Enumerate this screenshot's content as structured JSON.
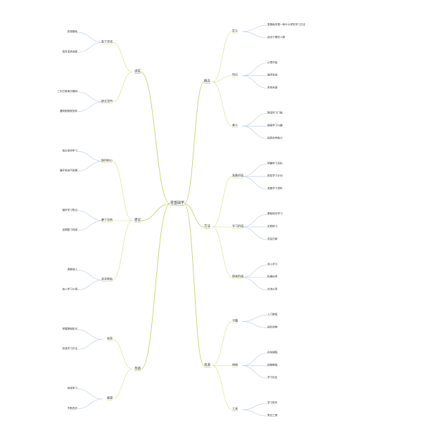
{
  "root": "零基础学",
  "branches": [
    {
      "label": "概念",
      "children": [
        {
          "label": "定义",
          "children": [
            "零基础学是一种什么样的学习方法",
            "适合于哪些人群"
          ]
        },
        {
          "label": "特点",
          "children": [
            "从零开始",
            "循序渐进",
            "系统全面"
          ]
        },
        {
          "label": "意义",
          "children": [
            "降低学习门槛",
            "提高学习兴趣",
            "培养自学能力"
          ]
        }
      ]
    },
    {
      "label": "方法",
      "children": [
        {
          "label": "准备阶段",
          "children": [
            "明确学习目标",
            "制定学习计划",
            "准备学习资料"
          ]
        },
        {
          "label": "学习阶段",
          "children": [
            "基础知识学习",
            "实践练习",
            "总结归纳"
          ]
        },
        {
          "label": "提高阶段",
          "children": [
            "深入学习",
            "拓展应用",
            "交流分享"
          ]
        }
      ]
    },
    {
      "label": "资源",
      "children": [
        {
          "label": "书籍",
          "children": [
            "入门教程",
            "进阶读物"
          ]
        },
        {
          "label": "网络",
          "children": [
            "在线课程",
            "视频教程",
            "学习社区"
          ]
        },
        {
          "label": "工具",
          "children": [
            "学习软件",
            "笔记工具"
          ]
        }
      ]
    },
    {
      "label": "误区",
      "children": [
        {
          "label": "急于求成",
          "children": [
            "忽视基础",
            "盲目追求进度"
          ]
        },
        {
          "label": "缺乏坚持",
          "children": [
            "三天打鱼两天晒网",
            "遇到困难就放弃"
          ]
        }
      ]
    },
    {
      "label": "建议",
      "children": [
        {
          "label": "保持耐心",
          "children": [
            "每天坚持学习",
            "循序渐进不急躁"
          ]
        },
        {
          "label": "善于总结",
          "children": [
            "做好学习笔记",
            "定期复习巩固"
          ]
        },
        {
          "label": "寻求帮助",
          "children": [
            "请教他人",
            "加入学习小组"
          ]
        }
      ]
    },
    {
      "label": "总结",
      "children": [
        {
          "label": "收获",
          "children": [
            "掌握基础知识",
            "形成学习方法"
          ]
        },
        {
          "label": "展望",
          "children": [
            "持续学习",
            "不断进步"
          ]
        }
      ]
    }
  ]
}
